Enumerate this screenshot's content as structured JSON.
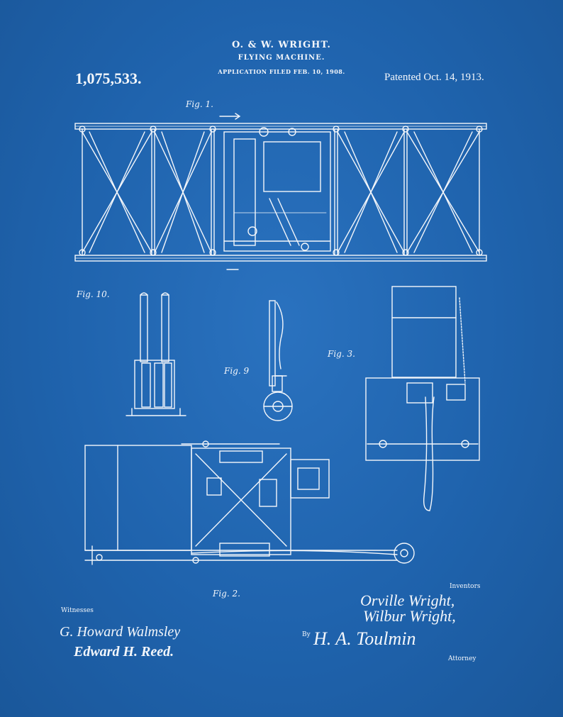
{
  "header": {
    "inventor_names": "O. & W. WRIGHT.",
    "title": "FLYING MACHINE.",
    "application_filed": "APPLICATION FILED FEB. 10, 1908.",
    "patent_number": "1,075,533.",
    "patented_date": "Patented Oct. 14, 1913."
  },
  "figures": {
    "fig1": "Fig. 1.",
    "fig2": "Fig. 2.",
    "fig3": "Fig. 3.",
    "fig9": "Fig. 9",
    "fig10": "Fig. 10."
  },
  "signatures": {
    "witnesses_label": "Witnesses",
    "witness1": "G. Howard Walmsley",
    "witness2": "Edward H. Reed.",
    "inventors_label": "Inventors",
    "inventor1": "Orville Wright,",
    "inventor2": "Wilbur Wright,",
    "by_label": "By",
    "attorney_signature": "H. A. Toulmin",
    "attorney_label": "Attorney"
  },
  "colors": {
    "background": "#1f63ad",
    "ink": "#f4f7fb"
  }
}
